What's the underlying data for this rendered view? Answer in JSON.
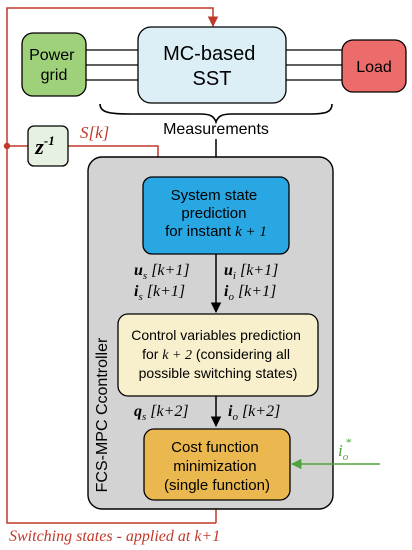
{
  "blocks": {
    "power_grid": [
      "Power",
      "grid"
    ],
    "sst": [
      "MC-based",
      "SST"
    ],
    "load": "Load",
    "delay": "z",
    "delay_exp": "-1",
    "system_state": [
      "System state",
      "prediction",
      "for instant "
    ],
    "system_state_var": "k + 1",
    "control_vars": [
      "Control variables prediction",
      "for ",
      "k + 2",
      " (considering all",
      "possible switching states)"
    ],
    "cost_function": [
      "Cost function",
      "minimization",
      "(single function)"
    ]
  },
  "labels": {
    "measurements": "Measurements",
    "sk": "S[k]",
    "controller": "FCS-MPC Ccontroller",
    "switching_states": "Switching states - applied at k+1",
    "us": "u",
    "us_sub": "s",
    "us_idx": " [k+1]",
    "ui": "u",
    "ui_sub": "i",
    "ui_idx": " [k+1]",
    "is": "i",
    "is_sub": "s",
    "is_idx": " [k+1]",
    "io": "i",
    "io_sub": "o",
    "io_idx": " [k+1]",
    "qs": "q",
    "qs_sub": "s",
    "qs_idx": " [k+2]",
    "io2": "i",
    "io2_sub": "o",
    "io2_idx": " [k+2]",
    "ref": "i",
    "ref_sub": "o",
    "ref_sup": "*"
  },
  "colors": {
    "power_grid": "#9fd17a",
    "sst": "#dceef6",
    "load": "#ec6b6b",
    "delay": "#e7f1e2",
    "controller_bg": "#d3d3d3",
    "system_state": "#29a7e3",
    "control_vars": "#f8f0cc",
    "cost_function": "#eab84e",
    "feedback": "#c0392b",
    "reference": "#4fa33c"
  }
}
